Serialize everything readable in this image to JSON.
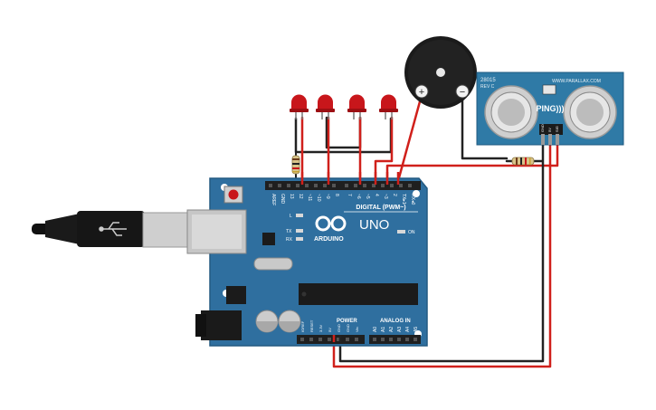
{
  "arduino": {
    "logo_text": "ARDUINO",
    "model": "UNO",
    "on_label": "ON",
    "digital_label": "DIGITAL (PWM~)",
    "power_label": "POWER",
    "analog_label": "ANALOG IN",
    "led_l": "L",
    "led_tx": "TX",
    "led_rx": "RX",
    "top_pins": [
      "AREF",
      "GND",
      "13",
      "12",
      "~11",
      "~10",
      "~9",
      "8",
      "7",
      "~6",
      "~5",
      "4",
      "~3",
      "2",
      "TX▸1",
      "RX◂0"
    ],
    "power_pins": [
      "IOREF",
      "RESET",
      "3.3V",
      "5V",
      "GND",
      "GND",
      "Vin"
    ],
    "analog_pins": [
      "A0",
      "A1",
      "A2",
      "A3",
      "A4",
      "A5"
    ]
  },
  "sensor": {
    "part": "28015",
    "rev": "REV C",
    "url": "WWW.PARALLAX.COM",
    "name": "PING)))",
    "pins": [
      "GND",
      "5V",
      "SIG"
    ]
  },
  "buzzer": {
    "plus": "+",
    "minus": "−"
  },
  "colors": {
    "board": "#2f6f9f",
    "board_edge": "#245a82",
    "sensor": "#2f7aa6",
    "wire_red": "#d0201b",
    "wire_black": "#222222",
    "led": "#c8161b",
    "header": "#1f1f1f"
  }
}
